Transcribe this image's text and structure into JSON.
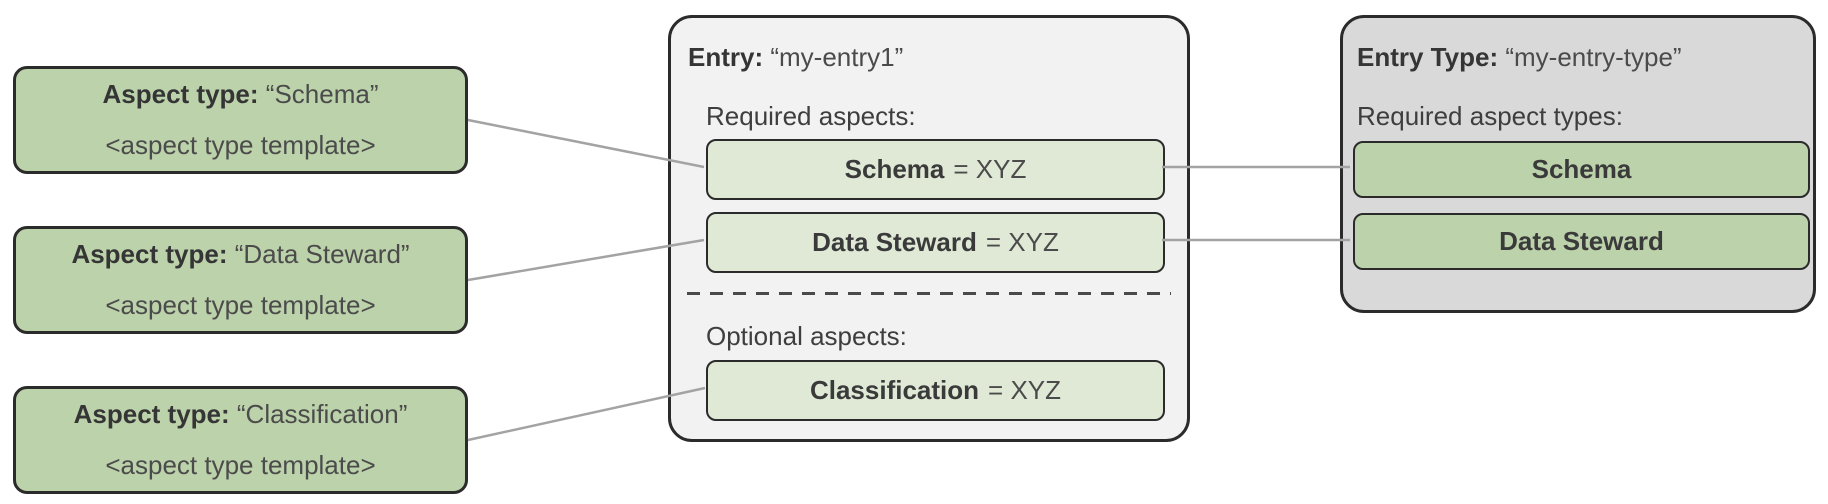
{
  "aspect_type_cards": [
    {
      "label": "Aspect type:",
      "name": "“Schema”",
      "template": "<aspect type template>"
    },
    {
      "label": "Aspect type:",
      "name": "“Data Steward”",
      "template": "<aspect type template>"
    },
    {
      "label": "Aspect type:",
      "name": "“Classification”",
      "template": "<aspect type template>"
    }
  ],
  "entry_card": {
    "label": "Entry:",
    "name": "“my-entry1”",
    "required_label": "Required aspects:",
    "required_aspects": [
      {
        "name": "Schema",
        "value": "= XYZ"
      },
      {
        "name": "Data Steward",
        "value": "= XYZ"
      }
    ],
    "optional_label": "Optional aspects:",
    "optional_aspects": [
      {
        "name": "Classification",
        "value": "= XYZ"
      }
    ]
  },
  "entry_type_card": {
    "label": "Entry Type:",
    "name": "“my-entry-type”",
    "required_label": "Required aspect types:",
    "required_aspect_types": [
      {
        "name": "Schema"
      },
      {
        "name": "Data Steward"
      }
    ]
  },
  "colors": {
    "aspect_green": "#bcd2ab",
    "light_green": "#dfe9d6",
    "entry_background": "#f2f2f2",
    "entry_type_background": "#d9d9da",
    "border": "#2b2b2b",
    "connector_line": "#a3a3a3",
    "text": "#3e3e3e"
  }
}
